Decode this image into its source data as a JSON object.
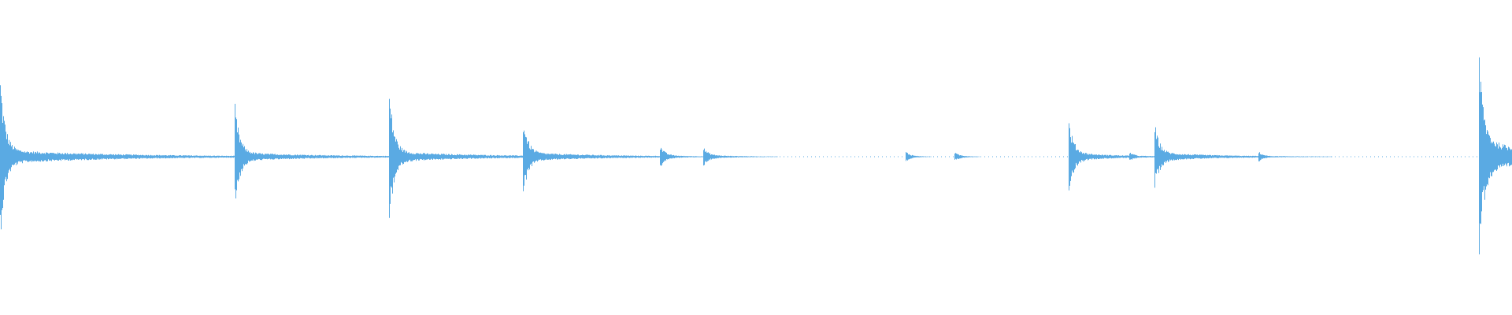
{
  "waveform": {
    "color": "#5aaae3",
    "background": "#ffffff",
    "duration_s": 1920,
    "events": [
      {
        "t": 0,
        "amp": 0.88,
        "decay": 150,
        "tail": 0.08
      },
      {
        "t": 298,
        "amp": 0.56,
        "decay": 120,
        "tail": 0.05
      },
      {
        "t": 494,
        "amp": 0.72,
        "decay": 120,
        "tail": 0.06
      },
      {
        "t": 664,
        "amp": 0.42,
        "decay": 110,
        "tail": 0.05
      },
      {
        "t": 838,
        "amp": 0.11,
        "decay": 40,
        "tail": 0.02
      },
      {
        "t": 893,
        "amp": 0.09,
        "decay": 50,
        "tail": 0.02
      },
      {
        "t": 1150,
        "amp": 0.05,
        "decay": 25,
        "tail": 0.01
      },
      {
        "t": 1212,
        "amp": 0.04,
        "decay": 25,
        "tail": 0.01
      },
      {
        "t": 1357,
        "amp": 0.38,
        "decay": 60,
        "tail": 0.05
      },
      {
        "t": 1434,
        "amp": 0.05,
        "decay": 20,
        "tail": 0.01
      },
      {
        "t": 1466,
        "amp": 0.34,
        "decay": 80,
        "tail": 0.05
      },
      {
        "t": 1598,
        "amp": 0.05,
        "decay": 20,
        "tail": 0.01
      },
      {
        "t": 1878,
        "amp": 1.0,
        "decay": 80,
        "tail": 0.2
      }
    ]
  }
}
